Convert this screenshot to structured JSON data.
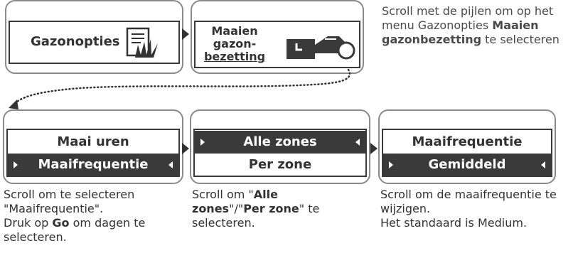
{
  "top": {
    "box1_label": "Gazonopties",
    "box2_line1": "Maaien",
    "box2_line2": "gazon-",
    "box2_line3": "bezetting"
  },
  "top_caption": {
    "part1": "Scroll met de pijlen om op het menu Gazonopties ",
    "bold": "Maaien gazonbezetting",
    "part2": " te selecteren"
  },
  "screen1": {
    "row1": "Maai uren",
    "row2": "Maaifrequentie"
  },
  "screen2": {
    "row1": "Alle zones",
    "row2": "Per zone"
  },
  "screen3": {
    "row1": "Maaifrequentie",
    "row2": "Gemiddeld"
  },
  "caption1": {
    "part1": "Scroll om te selecteren \"Maaifrequentie\".",
    "part2": "Druk op ",
    "bold": "Go",
    "part3": " om dagen te selecteren."
  },
  "caption2": {
    "part1": "Scroll om \"",
    "bold1": "Alle zones",
    "part2": "\"/\"",
    "bold2": "Per zone",
    "part3": "\" te selecteren."
  },
  "caption3": {
    "part1": "Scroll om de maaifrequentie te wijzigen.",
    "part2": "Het standaard is Medium."
  }
}
